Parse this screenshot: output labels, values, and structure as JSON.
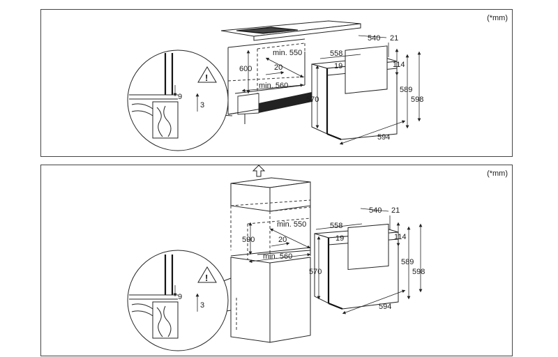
{
  "panels": {
    "top": {
      "unit_note": "(*mm)",
      "niche": {
        "height": "600",
        "depth_min": "min. 550",
        "gap": "20",
        "width_min": "min. 560"
      },
      "oven": {
        "width_top": "558",
        "depth": "540",
        "offset": "21",
        "front_offset": "19",
        "panel_height": "114",
        "body_height": "589",
        "total_height": "598",
        "body_front_height": "570",
        "width": "594"
      },
      "detail": {
        "gap_a": "9",
        "gap_b": "3"
      }
    },
    "bottom": {
      "unit_note": "(*mm)",
      "niche": {
        "height": "590",
        "depth_min": "min. 550",
        "gap": "20",
        "width_min": "min. 560"
      },
      "oven": {
        "width_top": "558",
        "depth": "540",
        "offset": "21",
        "front_offset": "19",
        "panel_height": "114",
        "body_height": "589",
        "total_height": "598",
        "body_front_height": "570",
        "width": "594"
      },
      "detail": {
        "gap_a": "9",
        "gap_b": "3"
      }
    }
  }
}
